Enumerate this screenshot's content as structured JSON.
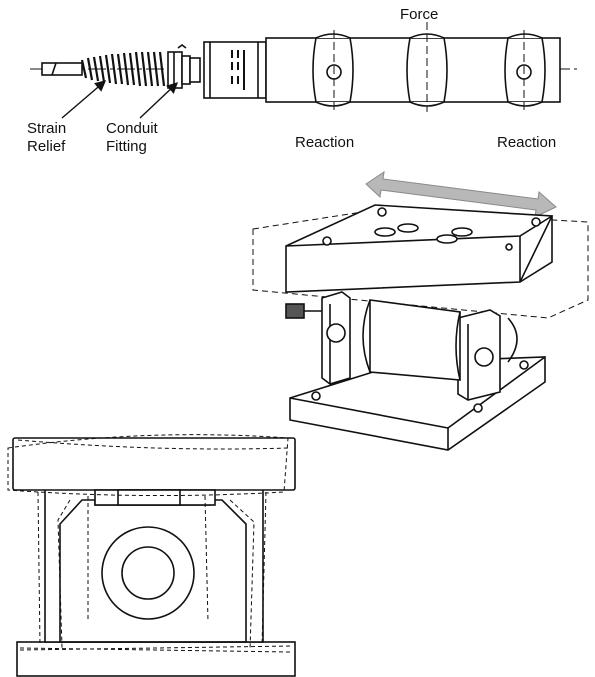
{
  "labels": {
    "force": "Force",
    "strain_relief_line1": "Strain",
    "strain_relief_line2": "Relief",
    "conduit_fitting_line1": "Conduit",
    "conduit_fitting_line2": "Fitting",
    "reaction_left": "Reaction",
    "reaction_right": "Reaction"
  },
  "colors": {
    "line": "#111111",
    "arrow_fill": "#b8b8b8",
    "background": "#ffffff"
  }
}
